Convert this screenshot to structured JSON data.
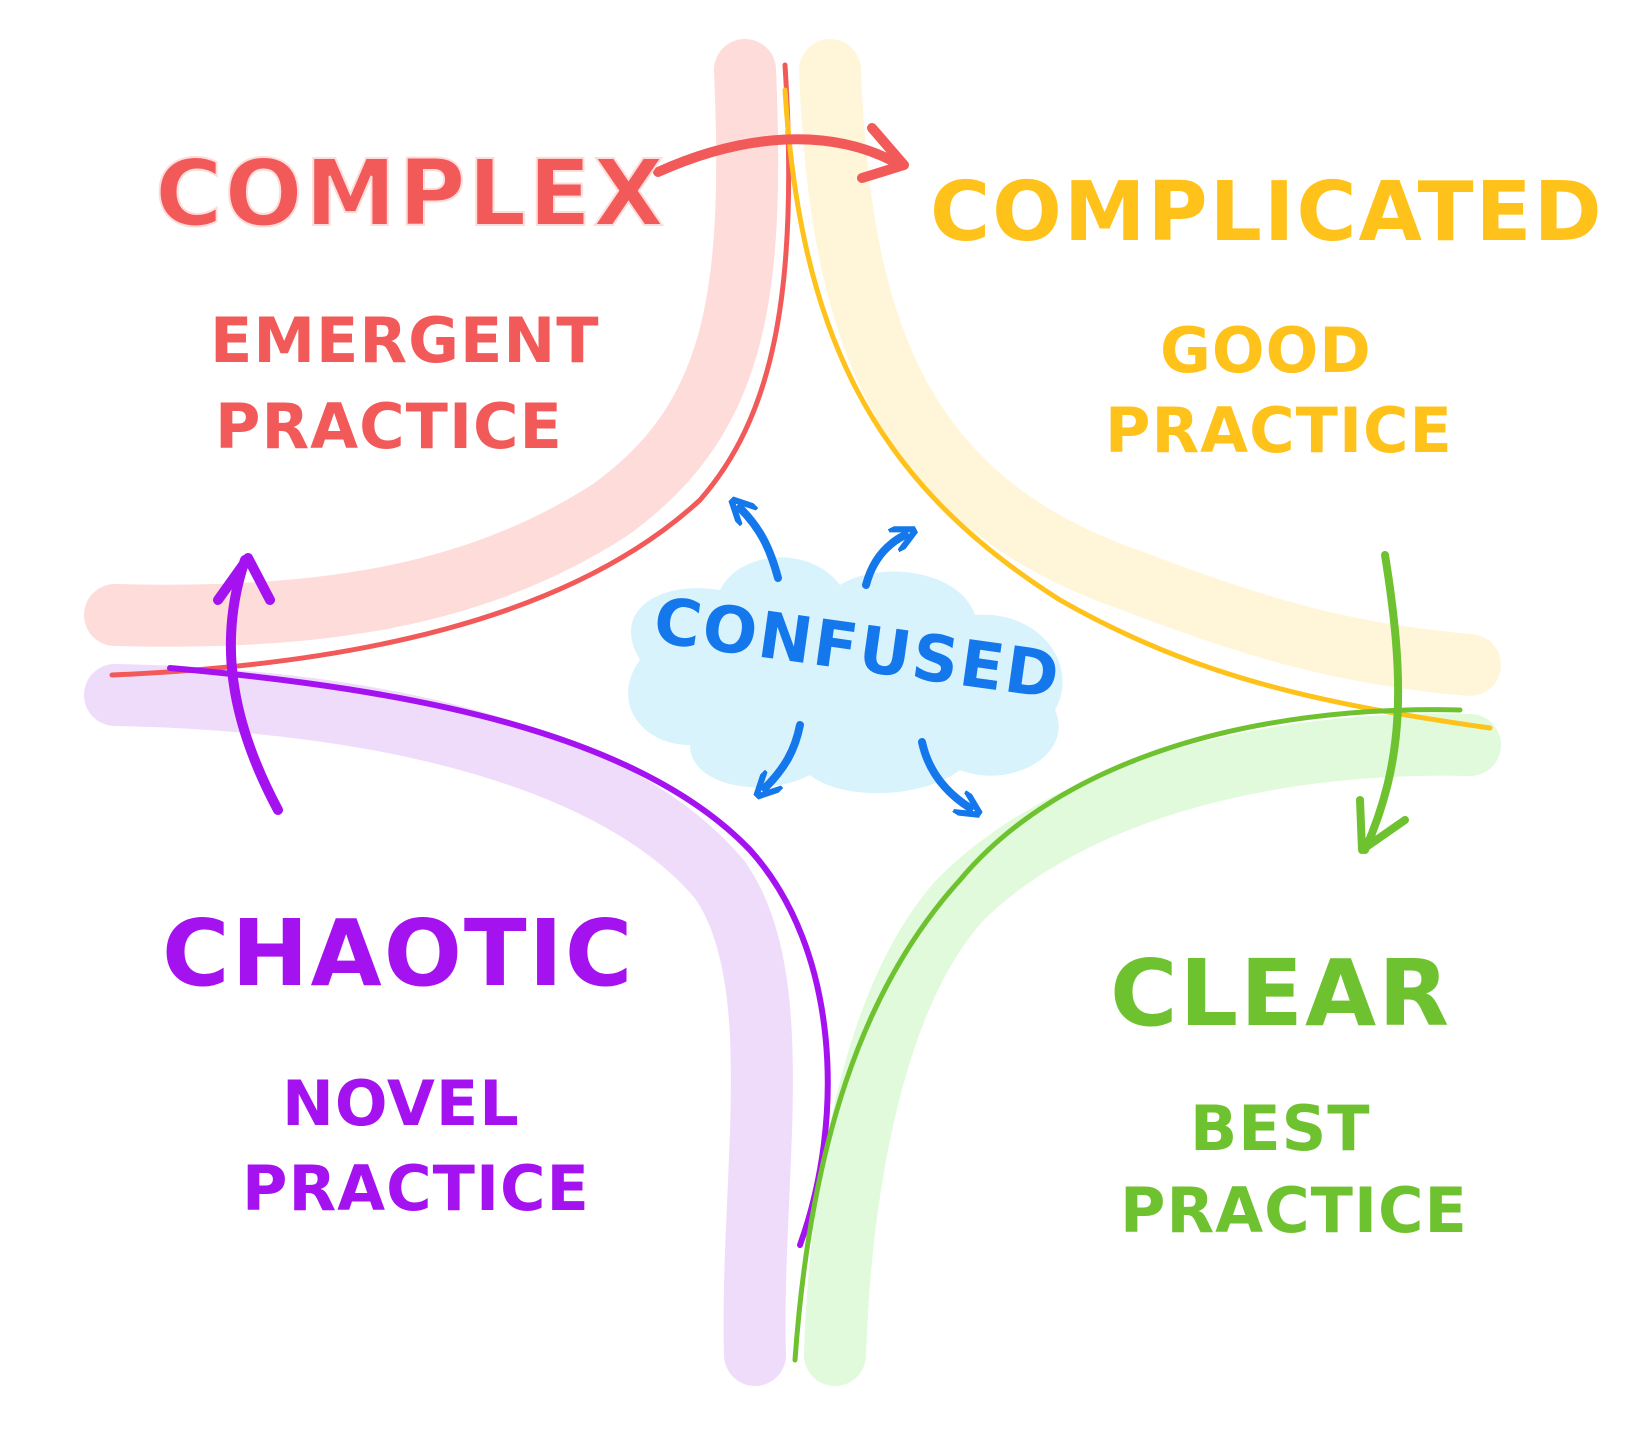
{
  "domains": {
    "complex": {
      "title": "COMPLEX",
      "line1": "EMERGENT",
      "line2": "PRACTICE",
      "color": "#F25A5A",
      "band": "#FDDCDA"
    },
    "complicated": {
      "title": "COMPLICATED",
      "line1": "GOOD",
      "line2": "PRACTICE",
      "color": "#FFC21A",
      "band": "#FFF6DA"
    },
    "chaotic": {
      "title": "CHAOTIC",
      "line1": "NOVEL",
      "line2": "PRACTICE",
      "color": "#A512F0",
      "band": "#EFDCFA"
    },
    "clear": {
      "title": "CLEAR",
      "line1": "BEST",
      "line2": "PRACTICE",
      "color": "#6FC22F",
      "band": "#E0FADB"
    }
  },
  "center": {
    "label": "CONFUSED",
    "color": "#1478EC",
    "cloud": "#D8F3FC"
  }
}
